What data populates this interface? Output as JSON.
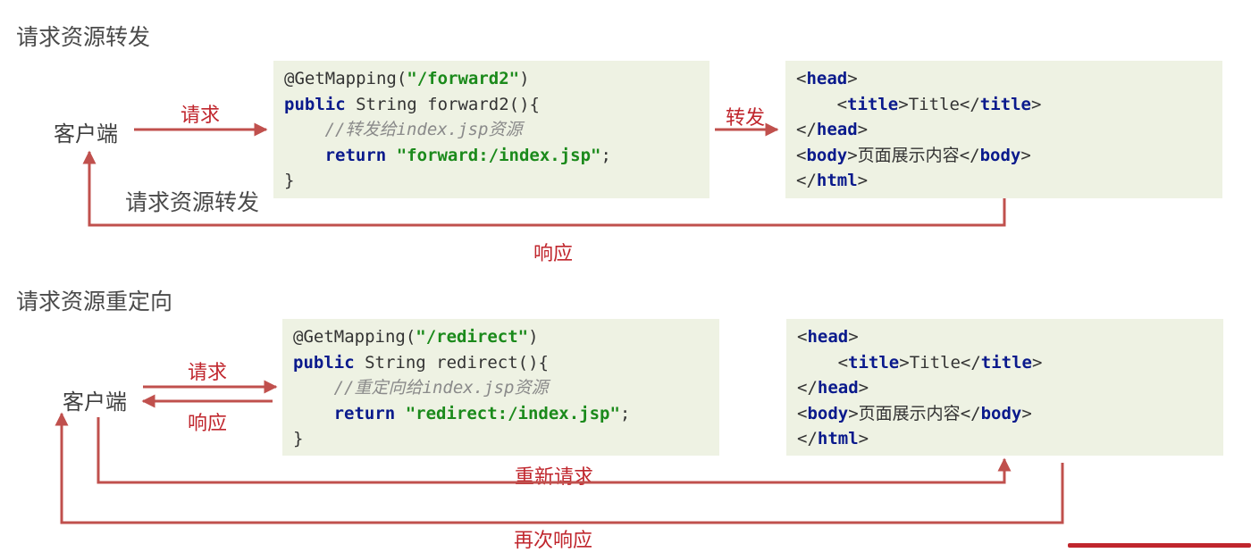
{
  "section1": {
    "heading": "请求资源转发",
    "client": "客户端",
    "request_label": "请求",
    "forward_label": "转发",
    "forward_caption": "请求资源转发",
    "response_label": "响应",
    "code": {
      "annotation": "@GetMapping(",
      "path": "\"/forward2\"",
      "close_paren": ")",
      "kw_public": "public",
      "signature": " String forward2(){",
      "comment_prefix": "//",
      "comment_cn1": "转发给",
      "comment_mid": "index.jsp",
      "comment_cn2": "资源",
      "kw_return": "return",
      "return_value": "\"forward:/index.jsp\"",
      "semicolon": ";",
      "close_brace": "}"
    },
    "html": {
      "lt": "<",
      "gt": ">",
      "lt_slash": "</",
      "tag_head": "head",
      "tag_title": "title",
      "title_text": "Title",
      "tag_body": "body",
      "body_text": "页面展示内容",
      "tag_html": "html"
    }
  },
  "section2": {
    "heading": "请求资源重定向",
    "client": "客户端",
    "request_label": "请求",
    "response_label": "响应",
    "rerequest_label": "重新请求",
    "reresponse_label": "再次响应",
    "code": {
      "annotation": "@GetMapping(",
      "path": "\"/redirect\"",
      "close_paren": ")",
      "kw_public": "public",
      "signature": " String redirect(){",
      "comment_prefix": "//",
      "comment_cn1": "重定向给",
      "comment_mid": "index.jsp",
      "comment_cn2": "资源",
      "kw_return": "return",
      "return_value": "\"redirect:/index.jsp\"",
      "semicolon": ";",
      "close_brace": "}"
    },
    "html": {
      "lt": "<",
      "gt": ">",
      "lt_slash": "</",
      "tag_head": "head",
      "tag_title": "title",
      "title_text": "Title",
      "tag_body": "body",
      "body_text": "页面展示内容",
      "tag_html": "html"
    }
  },
  "colors": {
    "arrow": "#c0504d",
    "label_red": "#c0262d",
    "code_bg": "#eef2e3",
    "keyword": "#0a1a8c",
    "string": "#1b8a1b",
    "comment": "#8a8a8a"
  }
}
